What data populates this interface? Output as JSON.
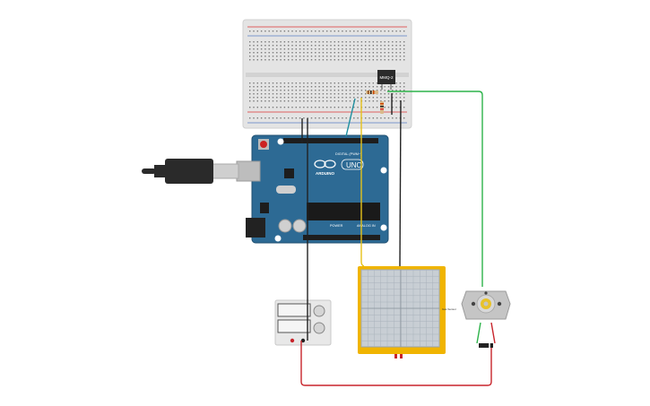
{
  "arduino": {
    "brand": "ARDUINO",
    "model": "UNO",
    "digital_label": "DIGITAL (PWM~)",
    "power_label": "POWER",
    "analog_label": "ANALOG IN"
  },
  "sensor": {
    "label": "MMQ-2"
  },
  "sensor_breakout": {
    "label": "Gas Sensor"
  },
  "colors": {
    "board": "#2d6a94",
    "breadboard": "#e8e8e8",
    "wire_green": "#2db34a",
    "wire_yellow": "#e6c21a",
    "wire_red": "#c8242b",
    "wire_black": "#222222",
    "piezo_frame": "#f0b400"
  }
}
